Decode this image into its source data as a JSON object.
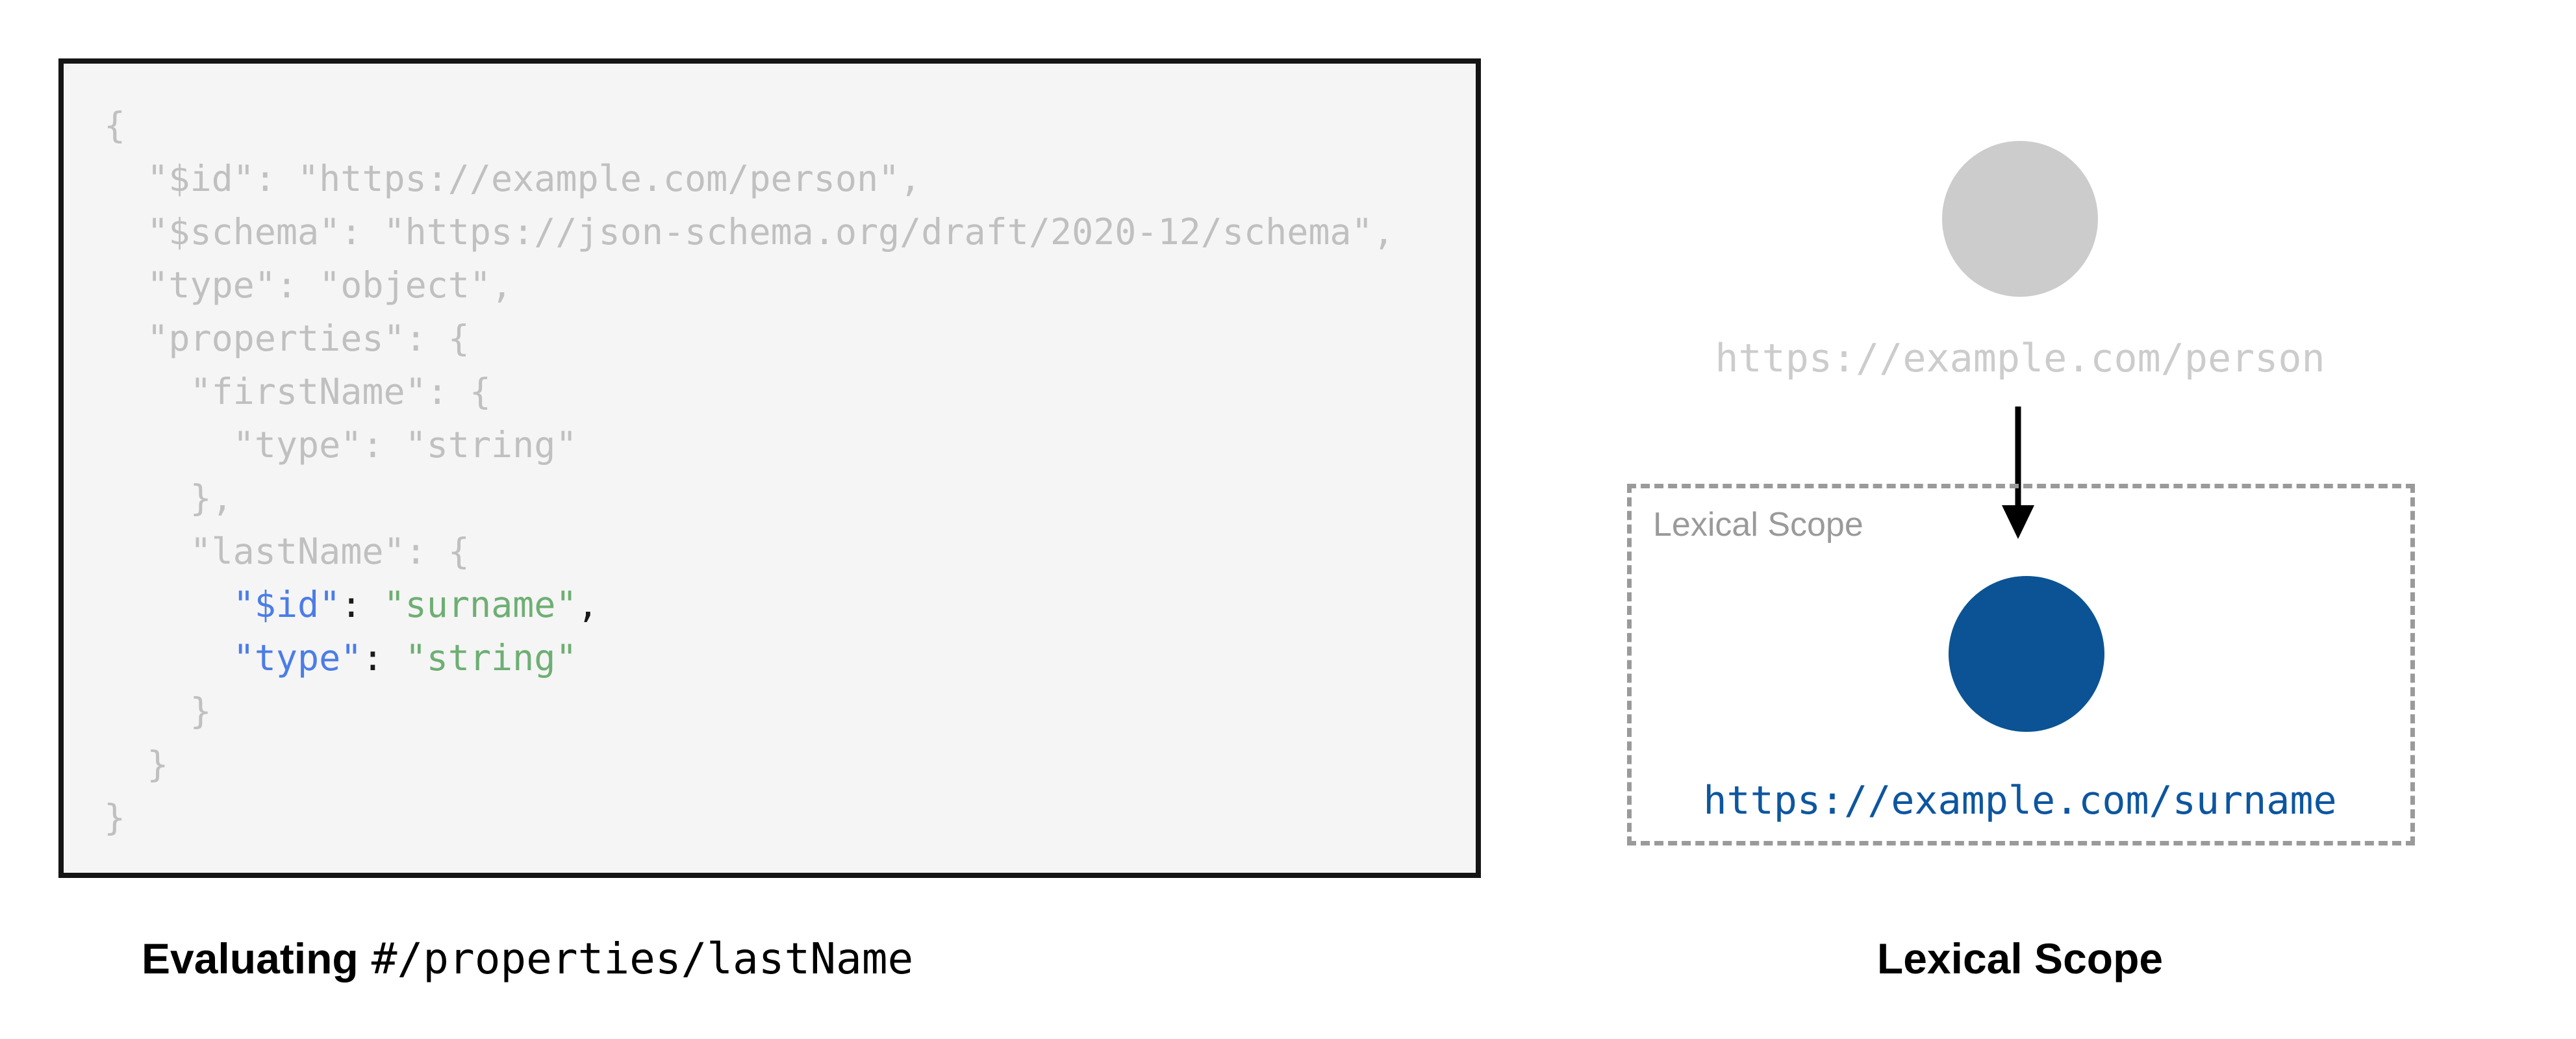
{
  "left_panel": {
    "caption_bold": "Evaluating",
    "caption_pointer": "#/properties/lastName",
    "code_lines": [
      [
        {
          "t": "{",
          "c": "dim"
        }
      ],
      [
        {
          "t": "  \"$id\": \"https://example.com/person\",",
          "c": "dim"
        }
      ],
      [
        {
          "t": "  \"$schema\": \"https://json-schema.org/draft/2020-12/schema\",",
          "c": "dim"
        }
      ],
      [
        {
          "t": "  \"type\": \"object\",",
          "c": "dim"
        }
      ],
      [
        {
          "t": "  \"properties\": {",
          "c": "dim"
        }
      ],
      [
        {
          "t": "    \"firstName\": {",
          "c": "dim"
        }
      ],
      [
        {
          "t": "      \"type\": \"string\"",
          "c": "dim"
        }
      ],
      [
        {
          "t": "    },",
          "c": "dim"
        }
      ],
      [
        {
          "t": "    \"lastName\": {",
          "c": "dim"
        }
      ],
      [
        {
          "t": "      ",
          "c": "dim"
        },
        {
          "t": "\"$id\"",
          "c": "key"
        },
        {
          "t": ": ",
          "c": "plain"
        },
        {
          "t": "\"surname\"",
          "c": "str"
        },
        {
          "t": ",",
          "c": "plain"
        }
      ],
      [
        {
          "t": "      ",
          "c": "dim"
        },
        {
          "t": "\"type\"",
          "c": "key"
        },
        {
          "t": ": ",
          "c": "plain"
        },
        {
          "t": "\"string\"",
          "c": "str"
        }
      ],
      [
        {
          "t": "    }",
          "c": "dim"
        }
      ],
      [
        {
          "t": "  }",
          "c": "dim"
        }
      ],
      [
        {
          "t": "}",
          "c": "dim"
        }
      ]
    ]
  },
  "right_panel": {
    "parent_url": "https://example.com/person",
    "scope_label": "Lexical Scope",
    "scope_url": "https://example.com/surname",
    "caption": "Lexical Scope"
  },
  "colors": {
    "key_blue": "#4b7de8",
    "string_green": "#6eaf73",
    "node_blue": "#0b5394",
    "url_blue": "#0d56a0",
    "node_gray": "#cccccc",
    "muted_gray": "#9a9a9a",
    "dim_gray": "#c0c0c0",
    "code_bg": "#f5f5f5"
  }
}
